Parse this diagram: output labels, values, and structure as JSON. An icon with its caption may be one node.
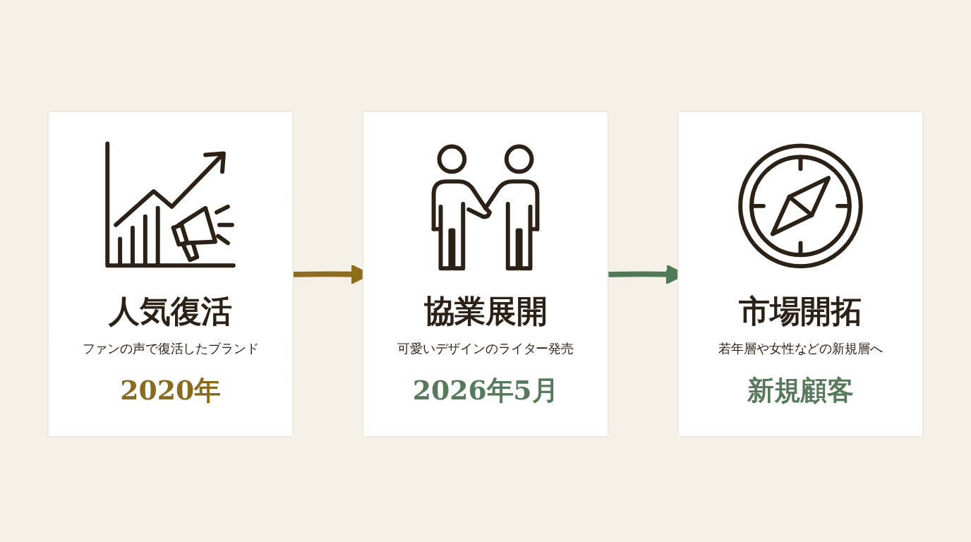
{
  "diagram": {
    "nodes": [
      {
        "text": [
          "人気復活",
          "ファンの声で復活したブランド",
          "2020年"
        ]
      },
      {
        "text": [
          "協業展開",
          "可愛いデザインのライター発売",
          "2026年5月"
        ]
      },
      {
        "text": [
          "市場開拓",
          "若年層や女性などの新規層へ",
          "新規顧客"
        ]
      }
    ],
    "edges": [
      {
        "from": 0,
        "to": 1,
        "arrow": "to",
        "color": "#8f6d1f"
      },
      {
        "from": 1,
        "to": 2,
        "arrow": "to",
        "color": "#4f7a57"
      }
    ]
  }
}
